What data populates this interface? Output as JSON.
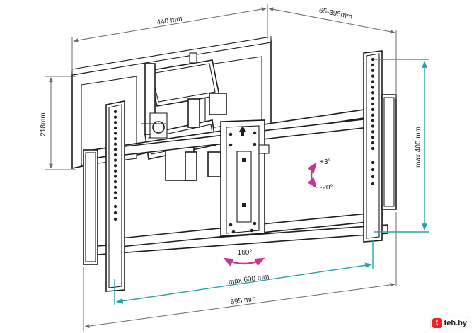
{
  "dimensions": {
    "width_top": "440 mm",
    "depth_range": "65-395mm",
    "height_left": "218mm",
    "max_vertical": "max 400 mm",
    "max_horizontal": "max 600 mm",
    "total_width": "695 mm"
  },
  "motion": {
    "tilt_up": "+3°",
    "tilt_down": "-20°",
    "swivel": "160°"
  },
  "colors": {
    "dimension_gray": "#6a6a6a",
    "dimension_teal": "#2aa4a8",
    "rotation_arrow": "#c8368f",
    "watermark_red": "#e8232a"
  },
  "watermark": {
    "badge": "t",
    "text": "teh.by"
  }
}
